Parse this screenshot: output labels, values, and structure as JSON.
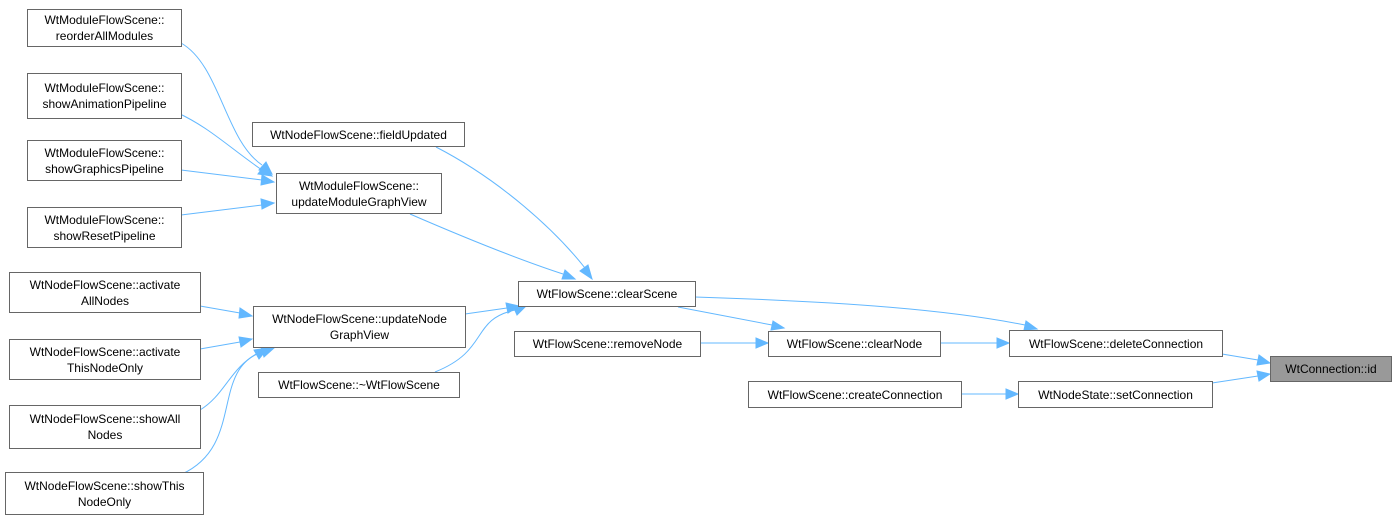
{
  "graph": {
    "edge_color": "#63b8ff",
    "node_border_color": "#666666",
    "active_node_fill": "#999999",
    "nodes": {
      "reorder_all_modules": "WtModuleFlowScene::\nreorderAllModules",
      "show_animation_pipeline": "WtModuleFlowScene::\nshowAnimationPipeline",
      "show_graphics_pipeline": "WtModuleFlowScene::\nshowGraphicsPipeline",
      "show_reset_pipeline": "WtModuleFlowScene::\nshowResetPipeline",
      "activate_all_nodes": "WtNodeFlowScene::activate\nAllNodes",
      "activate_this_node_only": "WtNodeFlowScene::activate\nThisNodeOnly",
      "show_all_nodes": "WtNodeFlowScene::showAll\nNodes",
      "show_this_node_only": "WtNodeFlowScene::showThis\nNodeOnly",
      "field_updated": "WtNodeFlowScene::fieldUpdated",
      "update_module_graph_view": "WtModuleFlowScene::\nupdateModuleGraphView",
      "update_node_graph_view": "WtNodeFlowScene::updateNode\nGraphView",
      "destructor": "WtFlowScene::~WtFlowScene",
      "clear_scene": "WtFlowScene::clearScene",
      "remove_node": "WtFlowScene::removeNode",
      "clear_node": "WtFlowScene::clearNode",
      "create_connection": "WtFlowScene::createConnection",
      "delete_connection": "WtFlowScene::deleteConnection",
      "set_connection": "WtNodeState::setConnection",
      "connection_id": "WtConnection::id"
    }
  }
}
